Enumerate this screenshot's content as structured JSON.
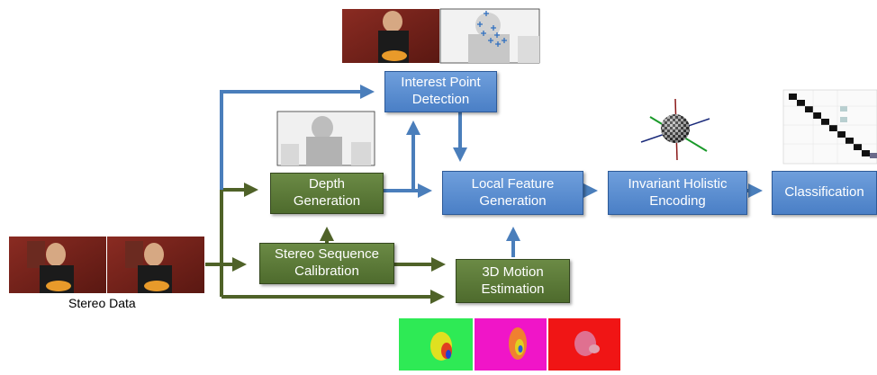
{
  "diagram": {
    "nodes": {
      "interest_point": "Interest Point\nDetection",
      "depth_generation": "Depth\nGeneration",
      "stereo_calibration": "Stereo Sequence\nCalibration",
      "local_feature": "Local Feature\nGeneration",
      "motion_estimation": "3D Motion\nEstimation",
      "holistic_encoding": "Invariant Holistic\nEncoding",
      "classification": "Classification"
    },
    "input_caption": "Stereo Data"
  },
  "colors": {
    "blue_box": "#4f81bd",
    "green_box": "#4f6228",
    "blue_arrow": "#4a7ebb",
    "green_arrow": "#4f6228"
  }
}
